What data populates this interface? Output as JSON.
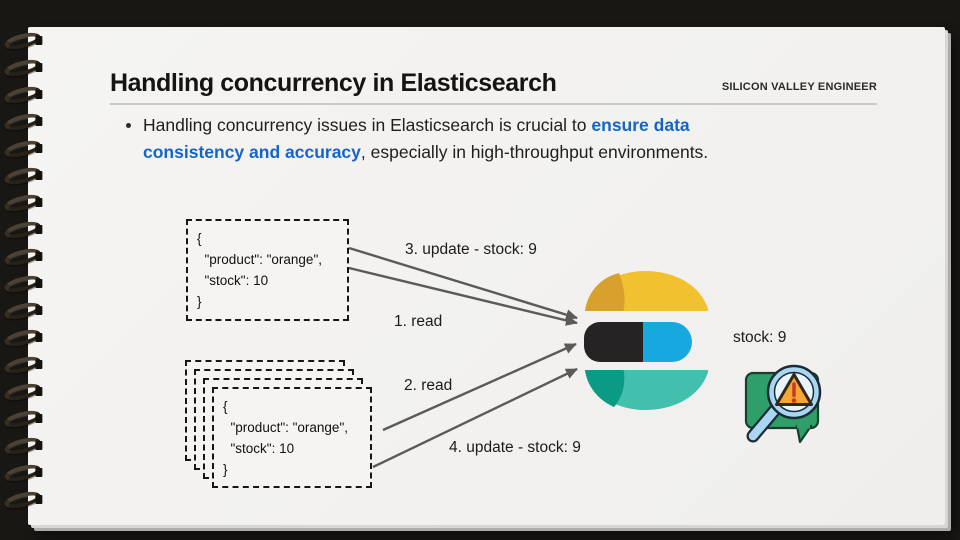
{
  "slide": {
    "title": "Handling concurrency in Elasticsearch",
    "brand": "SILICON VALLEY ENGINEER",
    "bullet": {
      "pre": "Handling concurrency issues in Elasticsearch is crucial to ",
      "highlight": "ensure data consistency and accuracy",
      "post": ", especially in high-throughput environments."
    }
  },
  "diagram": {
    "document_single": {
      "lines": [
        "{",
        "  \"product\": \"orange\",",
        "  \"stock\": 10",
        "}"
      ]
    },
    "document_stack": {
      "lines": [
        "{",
        "  \"product\": \"orange\",",
        "  \"stock\": 10",
        "}"
      ]
    },
    "arrow_labels": {
      "update_3": "3. update - stock: 9",
      "read_1": "1. read",
      "read_2": "2. read",
      "update_4": "4. update - stock: 9"
    },
    "result_label": "stock: 9",
    "icons": {
      "database": "elasticsearch-logo",
      "conflict": "magnifier-warning-icon"
    }
  },
  "colors": {
    "highlight_blue": "#1565c8",
    "arrow_gray": "#5a5a5a",
    "elastic_yellow": "#f1c12f",
    "elastic_dark_yellow": "#d8a12e",
    "elastic_black": "#262324",
    "elastic_blue": "#17a8e0",
    "elastic_teal": "#43bfad",
    "elastic_dark_teal": "#0b9b85",
    "icon_green": "#2f9e68",
    "icon_light_blue": "#a9d7f2",
    "icon_pale_blue": "#e9f5fd",
    "icon_orange": "#f5a733",
    "icon_red": "#c6392b"
  }
}
